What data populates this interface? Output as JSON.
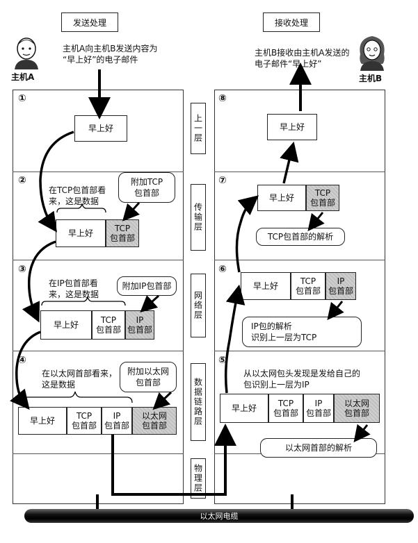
{
  "headers": {
    "send": "发送处理",
    "receive": "接收处理"
  },
  "hostA": {
    "name": "主机A",
    "desc_line1": "主机A向主机B发送内容为",
    "desc_line2": "“早上好”的电子邮件"
  },
  "hostB": {
    "name": "主机B",
    "desc_line1": "主机B接收由主机A发送的",
    "desc_line2": "电子邮件“早上好”"
  },
  "layers": [
    "上一层",
    "传输层",
    "网络层",
    "数据链路层",
    "物理层"
  ],
  "steps": [
    "①",
    "②",
    "③",
    "④",
    "⑤",
    "⑥",
    "⑦",
    "⑧"
  ],
  "payload": "早上好",
  "headers_cells": {
    "tcp": "TCP\n包首部",
    "ip": "IP\n包首部",
    "eth": "以太网\n包首部"
  },
  "left": {
    "s2_note": "在TCP包首部看\n来，这是数据",
    "s2_callout": "附加TCP\n包首部",
    "s3_note": "在IP包首部看\n来，这是数据",
    "s3_callout": "附加IP包首部",
    "s4_note": "在以太网首部看来，\n这是数据",
    "s4_callout": "附加以太网\n包首部"
  },
  "right": {
    "s5_note": "从以太网包头发现是发给自己的\n包识别上一层为IP",
    "s5_callout": "以太网首部的解析",
    "s6_callout": "IP包的解析\n识别上一层为TCP",
    "s7_callout": "TCP包首部的解析"
  },
  "cable": "以太网电缆",
  "icons": [
    "person-a-icon",
    "person-b-icon",
    "down-arrow-icon",
    "up-arrow-icon"
  ]
}
